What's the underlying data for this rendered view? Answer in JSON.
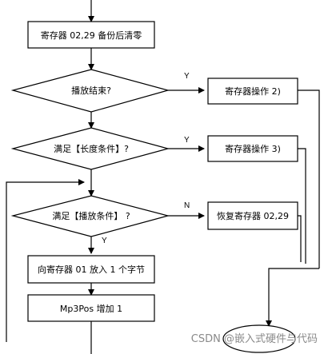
{
  "nodes": {
    "backup": "寄存器 02,29 备份后清零",
    "play_end": "播放结束?",
    "reg_op2": "寄存器操作 2)",
    "length_cond": "满足【长度条件】?",
    "reg_op3": "寄存器操作 3)",
    "play_cond": "满足【播放条件】 ?",
    "restore": "恢复寄存器 02,29",
    "put_byte": "向寄存器 01 放入 1 个字节",
    "mp3pos": "Mp3Pos 增加 1"
  },
  "edge_labels": {
    "play_end_yes": "Y",
    "length_yes": "Y",
    "play_cond_no": "N",
    "play_cond_yes": "Y"
  },
  "watermark": "CSDN @嵌入式硬件与代码"
}
